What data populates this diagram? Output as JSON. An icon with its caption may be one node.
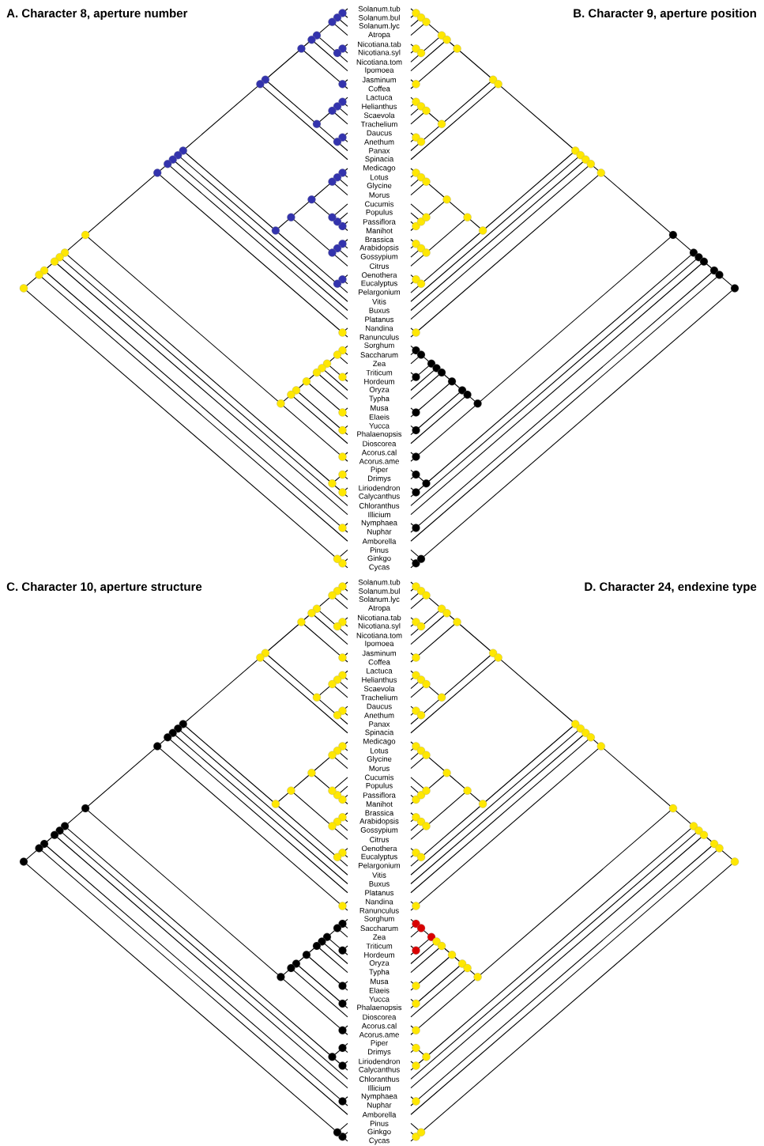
{
  "diagram": {
    "labels": [
      "A. Character 8, aperture number",
      "B. Character 9, aperture position",
      "Solanum.tub",
      "Solanum.bul",
      "Solanum.lyc",
      "Atropa",
      "Nicotiana.tab",
      "Nicotiana.syl",
      "Nicotiana.tom",
      "Ipomoea",
      "Jasminum",
      "Coffea",
      "Lactuca",
      "Helianthus",
      "Scaevola",
      "Trachelium",
      "Daucus",
      "Anethum",
      "Panax",
      "Spinacia",
      "Medicago",
      "Lotus",
      "Glycine",
      "Morus",
      "Cucumis",
      "Populus",
      "Passiflora",
      "Manihot",
      "Brassica",
      "Arabidopsis",
      "Gossypium",
      "Citrus",
      "Oenothera",
      "Eucalyptus",
      "Pelargonium",
      "Vitis",
      "Buxus",
      "Platanus",
      "Nandina",
      "Ranunculus",
      "Sorghum",
      "Saccharum",
      "Zea",
      "Triticum",
      "Hordeum",
      "Oryza",
      "Typha",
      "Musa",
      "Elaeis",
      "Yucca",
      "Phalaenopsis",
      "Dioscorea",
      "Acorus.cal",
      "Acorus.ame",
      "Piper",
      "Drimys",
      "Liriodendron",
      "Calycanthus",
      "Chloranthus",
      "Illicium",
      "Nymphaea",
      "Nuphar",
      "Amborella",
      "Pinus",
      "Ginkgo",
      "Cycas",
      "C. Character 10, aperture structure",
      "D. Character 24, endexine type",
      "Solanum.tub",
      "Solanum.bul",
      "Solanum.lyc",
      "Atropa",
      "Nicotiana.tab",
      "Nicotiana.syl",
      "Nicotiana.tom",
      "Ipomoea",
      "Jasminum",
      "Coffea",
      "Lactuca",
      "Helianthus",
      "Scaevola",
      "Trachelium",
      "Daucus",
      "Anethum",
      "Panax",
      "Spinacia",
      "Medicago",
      "Lotus",
      "Glycine",
      "Morus",
      "Cucumis",
      "Populus",
      "Passiflora",
      "Manihot",
      "Brassica",
      "Arabidopsis",
      "Gossypium",
      "Citrus",
      "Oenothera",
      "Eucalyptus",
      "Pelargonium",
      "Vitis",
      "Buxus",
      "Platanus",
      "Nandina",
      "Ranunculus",
      "Sorghum",
      "Saccharum",
      "Zea",
      "Triticum",
      "Hordeum",
      "Oryza",
      "Typha",
      "Musa",
      "Elaeis",
      "Yucca",
      "Phalaenopsis",
      "Dioscorea",
      "Acorus.cal",
      "Acorus.ame",
      "Piper",
      "Drimys",
      "Liriodendron",
      "Calycanthus",
      "Chloranthus",
      "Illicium",
      "Nymphaea",
      "Nuphar",
      "Amborella",
      "Pinus",
      "Ginkgo",
      "Cycas"
    ]
  }
}
